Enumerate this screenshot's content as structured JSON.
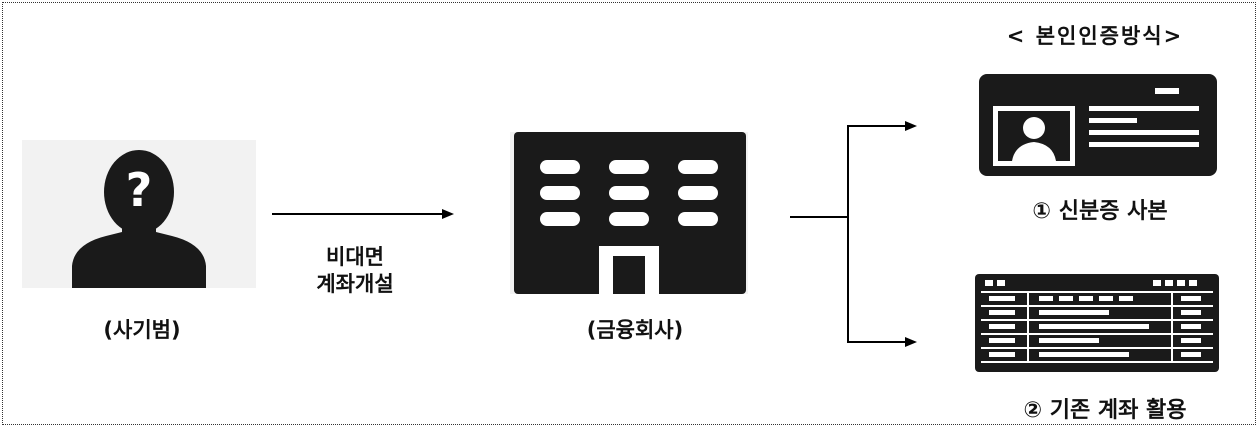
{
  "diagram": {
    "header_label": "< 본인인증방식>",
    "fraudster_label": "(사기범)",
    "process_label_line1": "비대면",
    "process_label_line2": "계좌개설",
    "bank_label": "(금융회사)",
    "method1_label": "① 신분증 사본",
    "method2_label": "② 기존 계좌 활용"
  },
  "icons": {
    "fraudster": "anonymous-person-icon",
    "bank": "building-icon",
    "id_card": "id-card-icon",
    "account": "ledger-document-icon"
  },
  "colors": {
    "icon": "#1a1a1a",
    "text": "#111111",
    "border": "#333333"
  }
}
